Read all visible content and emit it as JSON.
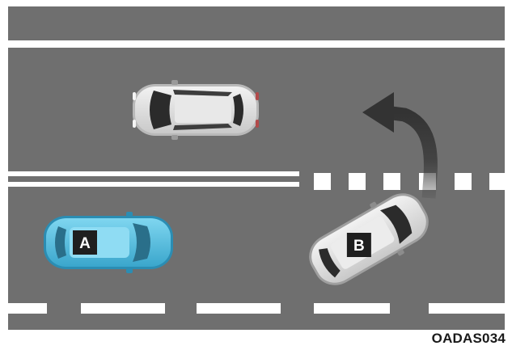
{
  "figure_code": "OADAS034",
  "vehicles": {
    "a": {
      "label": "A",
      "role": "own vehicle",
      "color": "#5cc3e4"
    },
    "b": {
      "label": "B",
      "role": "turning vehicle",
      "color": "#d6d6d6"
    },
    "c": {
      "label": "",
      "role": "oncoming vehicle",
      "color": "#d6d6d6"
    }
  },
  "turn_arrow_icon": "curved-left-turn-arrow",
  "road_color": "#6f6f6f",
  "marking_color": "#ffffff"
}
